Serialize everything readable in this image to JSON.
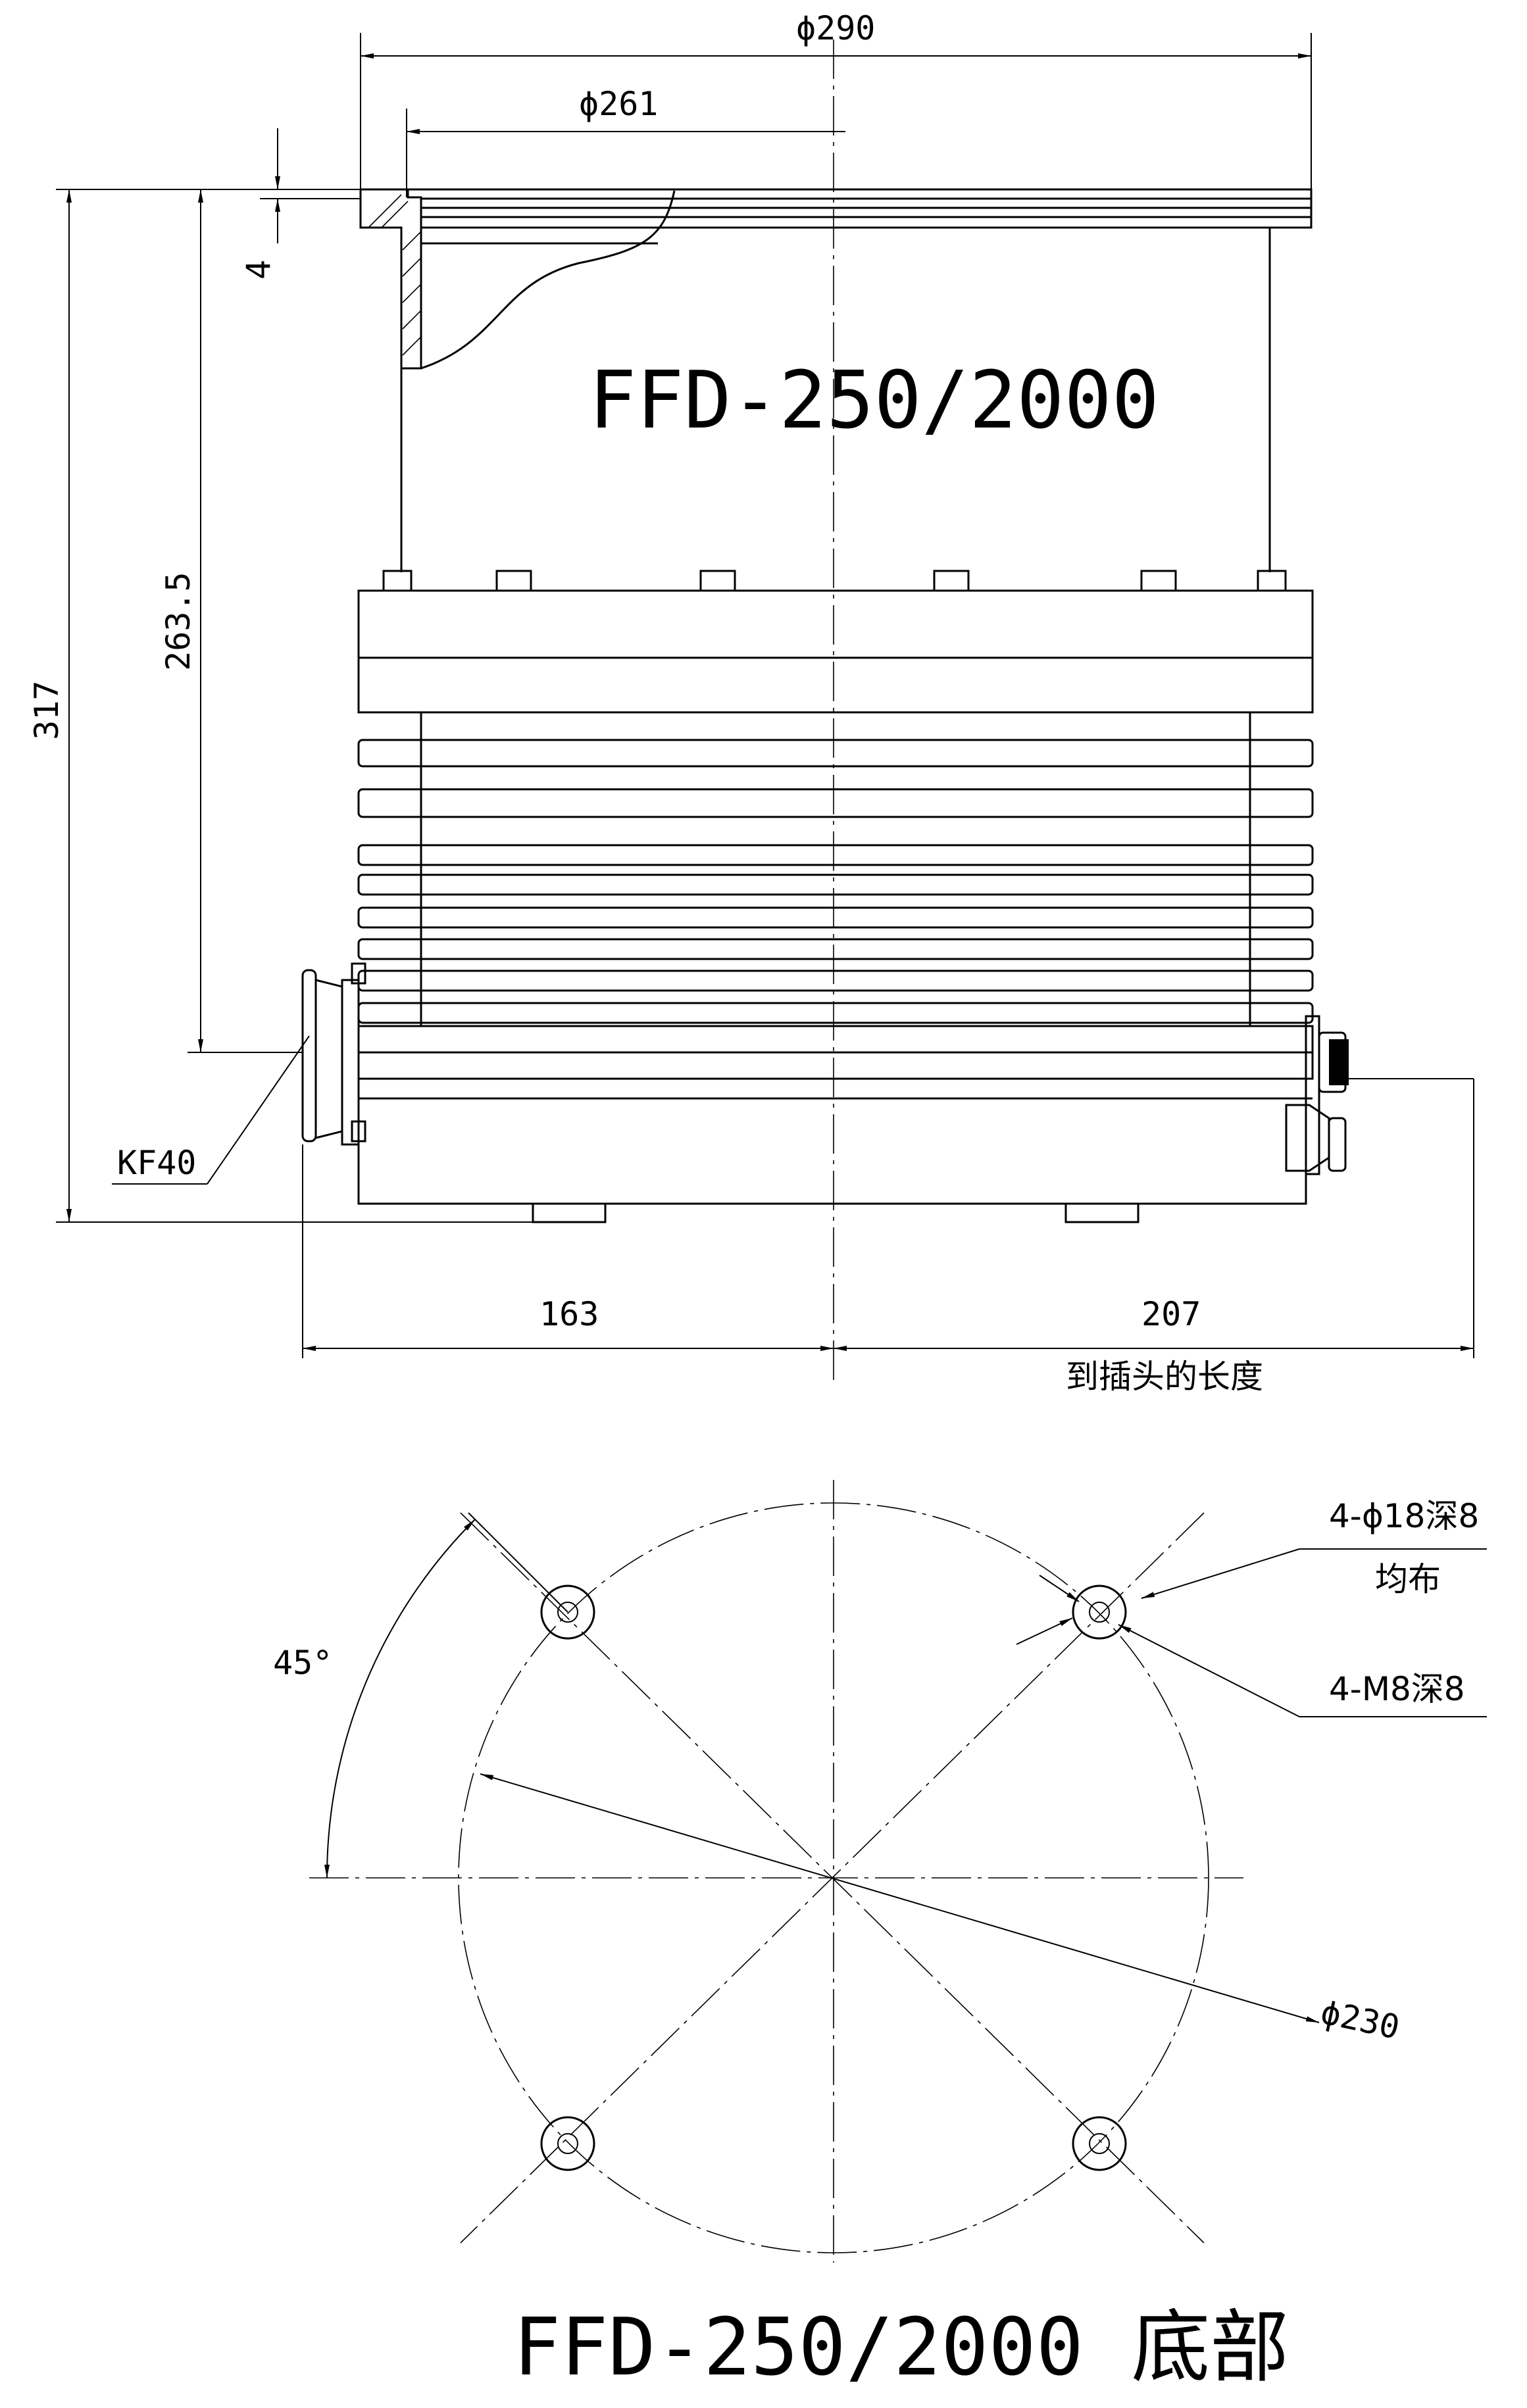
{
  "model_label": "FFD-250/2000",
  "bottom_title": "FFD-250/2000 底部",
  "dimensions": {
    "outer_diameter": "ϕ290",
    "inner_diameter": "ϕ261",
    "flange_thickness": "4",
    "total_height": "317",
    "port_height": "263.5",
    "left_extent": "163",
    "right_extent": "207",
    "right_extent_note": "到插头的长度",
    "port_label": "KF40",
    "bolt_circle": "ϕ230",
    "angle": "45°",
    "hole_spec_1": "4-ϕ18深8",
    "hole_spec_1_note": "均布",
    "hole_spec_2": "4-M8深8"
  }
}
